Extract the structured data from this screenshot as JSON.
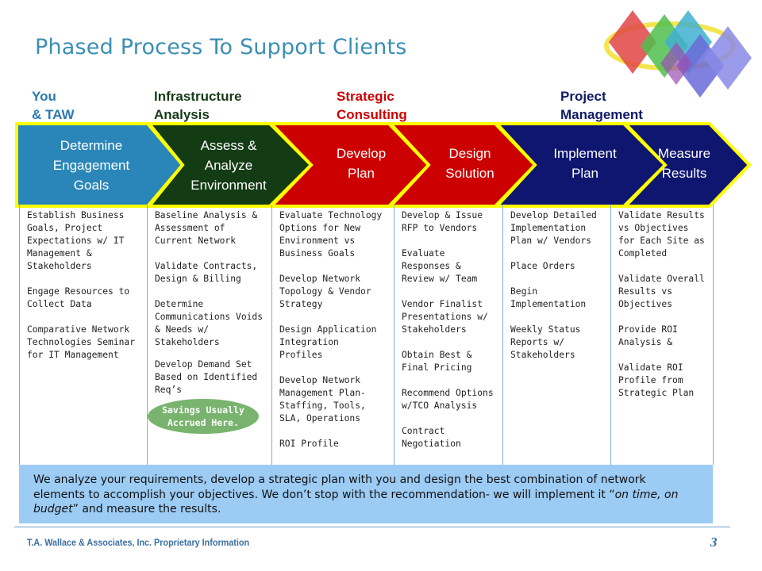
{
  "title": "Phased Process To Support Clients",
  "groups": {
    "you": [
      "You",
      "& TAW"
    ],
    "infra": [
      "Infrastructure",
      "Analysis"
    ],
    "strategic": [
      "Strategic",
      "Consulting"
    ],
    "project": [
      "Project",
      "Management"
    ]
  },
  "colors": {
    "title": "#3b8fb3",
    "you": "#2b7ab0",
    "infra": "#173a17",
    "strategic": "#cc0000",
    "project": "#0f1a66",
    "arrow_teal": "#2a86b8",
    "arrow_green": "#143c14",
    "arrow_red": "#cc0000",
    "arrow_navy": "#0e1670",
    "arrow_border": "#ffff00",
    "summary_bg": "#9ccbf4",
    "savings_bg": "#78b46e"
  },
  "phases": [
    {
      "label": [
        "Determine",
        "Engagement",
        "Goals"
      ]
    },
    {
      "label": [
        "Assess &",
        "Analyze",
        "Environment"
      ]
    },
    {
      "label": [
        "Develop",
        "Plan"
      ]
    },
    {
      "label": [
        "Design",
        "Solution"
      ]
    },
    {
      "label": [
        "Implement",
        "Plan"
      ]
    },
    {
      "label": [
        "Measure",
        "Results"
      ]
    }
  ],
  "columns": [
    {
      "items": [
        "Establish Business Goals, Project Expectations w/ IT Management & Stakeholders",
        "Engage Resources to Collect Data",
        "Comparative Network Technologies Seminar for IT Management"
      ]
    },
    {
      "items": [
        "Baseline Analysis & Assessment of Current Network",
        "Validate Contracts, Design & Billing",
        "Determine Communications Voids & Needs w/ Stakeholders",
        "Develop Demand Set Based on Identified Req’s"
      ]
    },
    {
      "items": [
        "Evaluate Technology Options for New Environment vs Business Goals",
        "Develop Network Topology & Vendor Strategy",
        "Design Application Integration Profiles",
        "Develop Network Management Plan- Staffing, Tools, SLA, Operations",
        "ROI Profile"
      ]
    },
    {
      "items": [
        "Develop & Issue RFP to Vendors",
        "Evaluate Responses & Review w/ Team",
        "Vendor Finalist Presentations w/ Stakeholders",
        "Obtain Best & Final Pricing",
        "Recommend Options w/TCO Analysis",
        "Contract Negotiation"
      ]
    },
    {
      "items": [
        "Develop Detailed Implementation Plan w/ Vendors",
        "Place Orders",
        "Begin Implementation",
        "Weekly Status Reports w/ Stakeholders"
      ]
    },
    {
      "items": [
        "Validate Results vs Objectives for Each Site as Completed",
        "Validate Overall Results vs Objectives",
        "Provide ROI Analysis &",
        "Validate ROI Profile from Strategic Plan"
      ]
    }
  ],
  "savings": [
    "Savings Usually",
    "Accrued Here."
  ],
  "summary": {
    "pre": "We analyze your requirements, develop a strategic plan with you and design the best combination of network elements to accomplish your objectives. We don’t stop with the recommendation- we will implement it “",
    "italic": "on time, on budget",
    "post": "” and measure the results."
  },
  "footer": "T.A. Wallace & Associates, Inc. Proprietary Information",
  "page_number": "3"
}
